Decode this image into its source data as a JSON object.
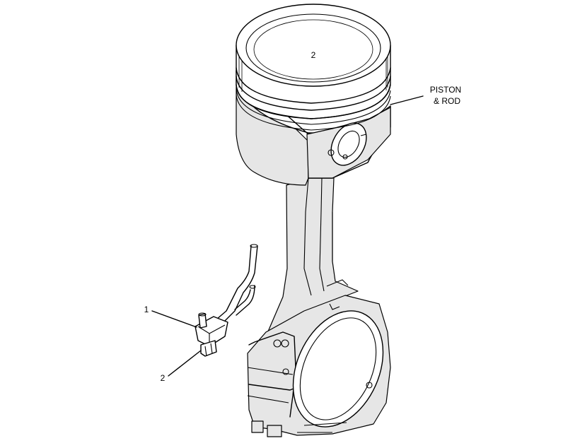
{
  "diagram": {
    "callouts": [
      {
        "id": "piston-rod",
        "lines": [
          "PISTON",
          "& ROD"
        ]
      },
      {
        "id": "item-1",
        "lines": [
          "1"
        ]
      },
      {
        "id": "item-2",
        "lines": [
          "2"
        ]
      }
    ],
    "piston_crown_mark": "2"
  }
}
